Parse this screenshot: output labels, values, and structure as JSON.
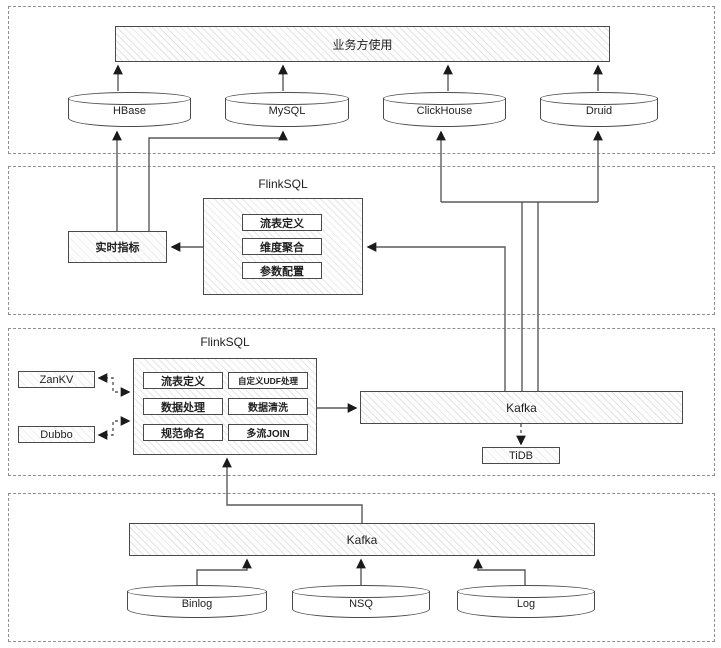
{
  "colors": {
    "stroke": "#4a4a4a",
    "arrow": "#1a1a1a",
    "section_border": "#8f8f8f",
    "hatch_line": "#d9d9d9"
  },
  "business": {
    "bar": "业务方使用",
    "stores": [
      "HBase",
      "MySQL",
      "ClickHouse",
      "Druid"
    ]
  },
  "realtime": {
    "title": "FlinkSQL",
    "modules": [
      "流表定义",
      "维度聚合",
      "参数配置"
    ],
    "metrics": "实时指标"
  },
  "processing": {
    "title": "FlinkSQL",
    "left_modules": [
      "流表定义",
      "数据处理",
      "规范命名"
    ],
    "right_modules": [
      "自定义UDF处理",
      "数据清洗",
      "多流JOIN"
    ],
    "zankv": "ZanKV",
    "dubbo": "Dubbo",
    "kafka": "Kafka",
    "tidb": "TiDB"
  },
  "ingestion": {
    "kafka": "Kafka",
    "sources": [
      "Binlog",
      "NSQ",
      "Log"
    ]
  }
}
